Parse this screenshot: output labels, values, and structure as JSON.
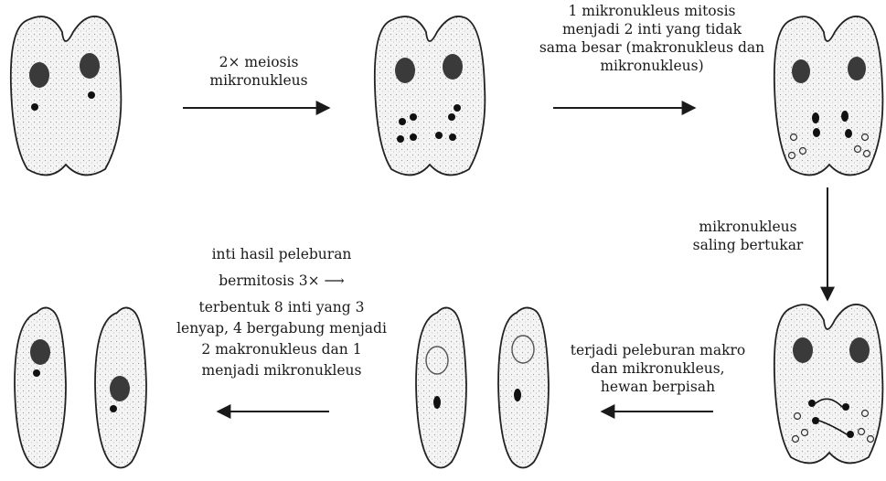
{
  "labels": {
    "step1": [
      "2× meiosis",
      "mikronukleus"
    ],
    "step2": [
      "1 mikronukleus mitosis",
      "menjadi 2 inti yang tidak",
      "sama besar (makronukleus dan",
      "mikronukleus)"
    ],
    "step3": [
      "mikronukleus",
      "saling bertukar"
    ],
    "step4": [
      "terjadi peleburan makro",
      "dan mikronukleus,",
      "hewan berpisah"
    ],
    "step5": [
      "inti hasil peleburan",
      "bermitosis 3× ⟶",
      "terbentuk 8 inti yang 3",
      "lenyap, 4 bergabung menjadi",
      "2 makronukleus dan 1",
      "menjadi mikronukleus"
    ]
  },
  "colors": {
    "ink": "#1a1a1a",
    "cell_fill": "#efefef",
    "nucleus": "#3a3a3a"
  }
}
